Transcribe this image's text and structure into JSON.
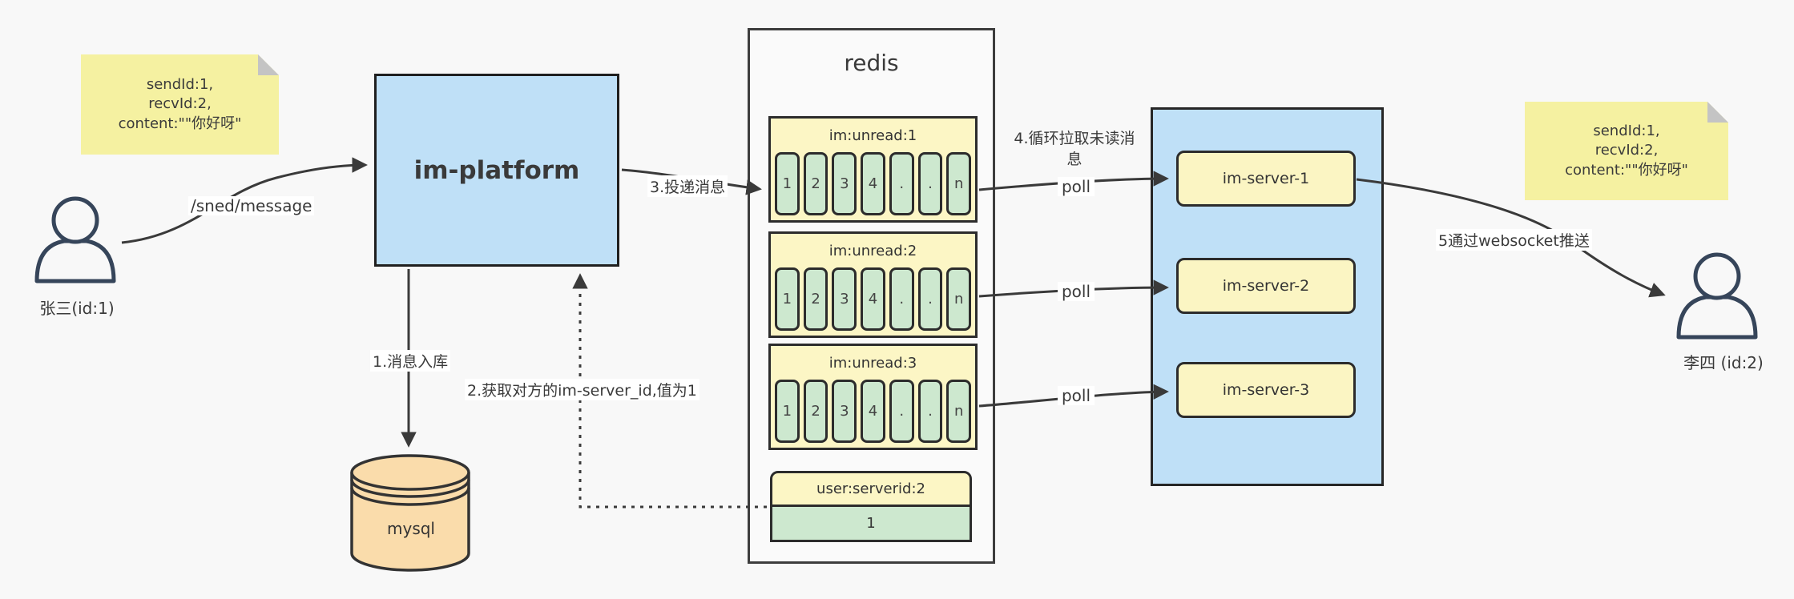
{
  "diagram": {
    "actors": {
      "sender": {
        "label": "张三(id:1)"
      },
      "receiver": {
        "label": "李四 (id:2)"
      }
    },
    "notes": {
      "left": {
        "lines": [
          "sendId:1,",
          "recvId:2,",
          "content:\"\"你好呀\""
        ]
      },
      "right": {
        "lines": [
          "sendId:1,",
          "recvId:2,",
          "content:\"\"你好呀\""
        ]
      }
    },
    "platform": {
      "label": "im-platform"
    },
    "database": {
      "label": "mysql"
    },
    "redis": {
      "title": "redis",
      "queues": [
        {
          "title": "im:unread:1",
          "cells": [
            "1",
            "2",
            "3",
            "4",
            ".",
            ".",
            "n"
          ]
        },
        {
          "title": "im:unread:2",
          "cells": [
            "1",
            "2",
            "3",
            "4",
            ".",
            ".",
            "n"
          ]
        },
        {
          "title": "im:unread:3",
          "cells": [
            "1",
            "2",
            "3",
            "4",
            ".",
            ".",
            "n"
          ]
        }
      ],
      "kv": {
        "title": "user:serverid:2",
        "value": "1"
      }
    },
    "servers": {
      "items": [
        {
          "label": "im-server-1"
        },
        {
          "label": "im-server-2"
        },
        {
          "label": "im-server-3"
        }
      ]
    },
    "edges": {
      "send": "/sned/message",
      "store": "1.消息入库",
      "lookup": "2.获取对方的im-server_id,值为1",
      "deliver": "3.投递消息",
      "pull": "4.循环拉取未读消息",
      "poll": "poll",
      "push": "5通过websocket推送"
    },
    "colors": {
      "background": "#f8f8f8",
      "platform_blue": "#bfe0f7",
      "note_yellow": "#f5f1a1",
      "queue_yellow": "#fcf6c5",
      "cell_green": "#cde8cf",
      "mysql_tan": "#fadcab",
      "server_yellow": "#fbf5c3",
      "line_dark": "#3a3a3a",
      "actor_navy": "#36455a"
    }
  }
}
